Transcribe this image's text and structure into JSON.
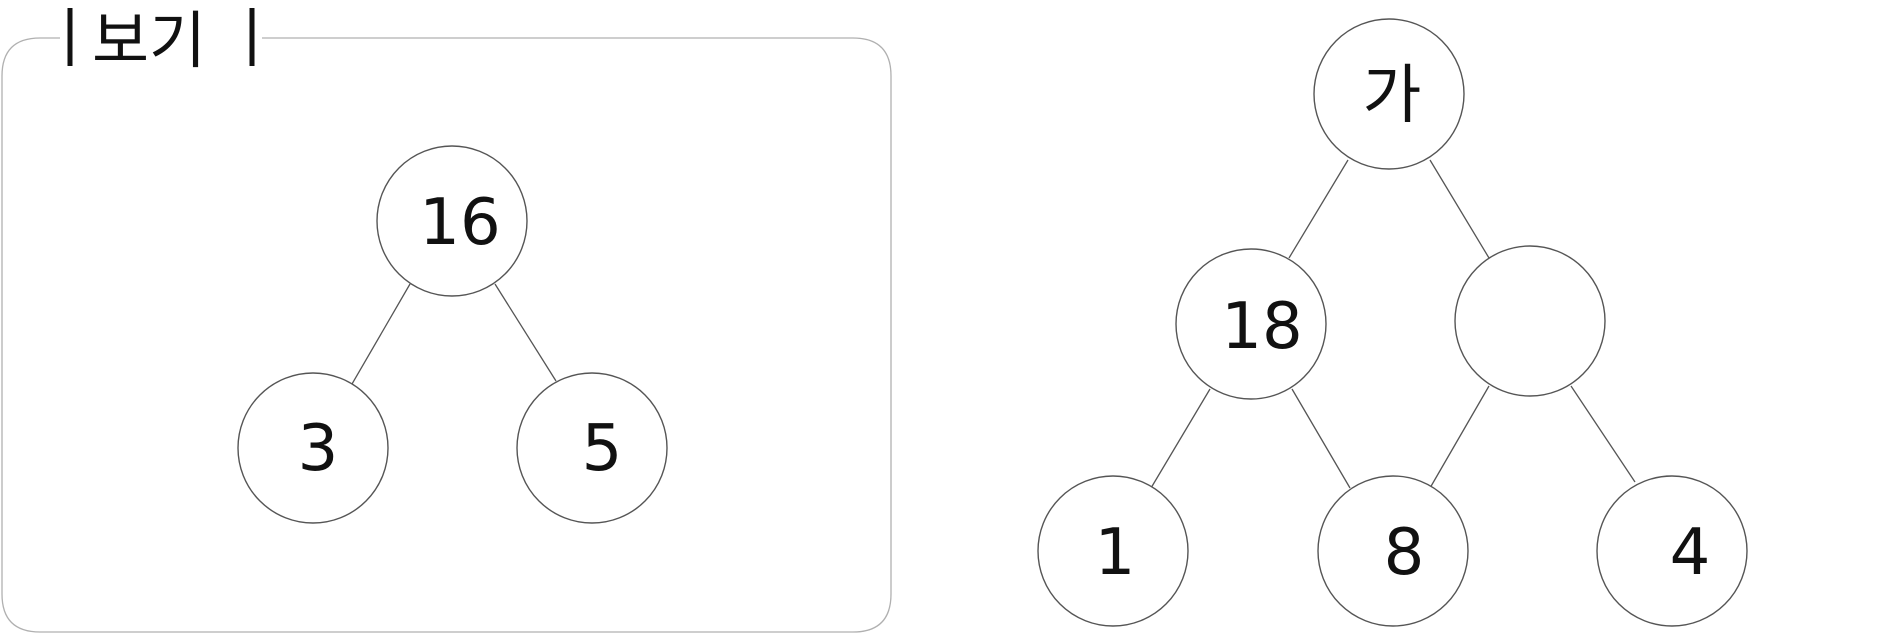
{
  "example_box": {
    "title": "보기",
    "nodes": [
      {
        "id": "ex-top",
        "label": "16"
      },
      {
        "id": "ex-left",
        "label": "3"
      },
      {
        "id": "ex-right",
        "label": "5"
      }
    ]
  },
  "problem_tree": {
    "nodes": [
      {
        "id": "p-top",
        "label": "가"
      },
      {
        "id": "p-mid-left",
        "label": "18"
      },
      {
        "id": "p-mid-right",
        "label": ""
      },
      {
        "id": "p-bottom-left",
        "label": "1"
      },
      {
        "id": "p-bottom-mid",
        "label": "8"
      },
      {
        "id": "p-bottom-right",
        "label": "4"
      }
    ]
  },
  "colors": {
    "stroke": "#555555",
    "frame": "#b0b0b0",
    "text": "#111111"
  }
}
